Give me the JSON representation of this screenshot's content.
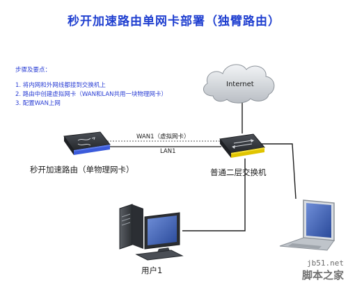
{
  "diagram": {
    "title": "秒开加速路由单网卡部署（独臂路由）",
    "steps": {
      "heading": "步骤及要点：",
      "items": [
        "1. 将内网和外网线都接到交换机上",
        "2. 路由中创建虚拟网卡（WAN和LAN共用一块物理网卡）",
        "3. 配置WAN上网"
      ]
    },
    "nodes": {
      "internet": "Internet",
      "router": "秒开加速路由（单物理网卡）",
      "switch": "普通二层交换机",
      "user": "用户1"
    },
    "links": {
      "wan": "WAN1（虚拟网卡）",
      "lan": "LAN1"
    },
    "watermark": {
      "site": "jb51.net",
      "name": "脚本之家"
    },
    "colors": {
      "title": "#1f3fd0",
      "steps_text": "#2a3ed4",
      "cloud": "#cfd3d8",
      "device_body": "#2b2e33",
      "router_accent": "#3b5bdb",
      "switch_accent": "#e0c400",
      "cable": "#1b1b1b"
    },
    "icons": [
      "cloud-icon",
      "router-icon",
      "switch-icon",
      "desktop-pc-icon",
      "laptop-icon"
    ]
  }
}
